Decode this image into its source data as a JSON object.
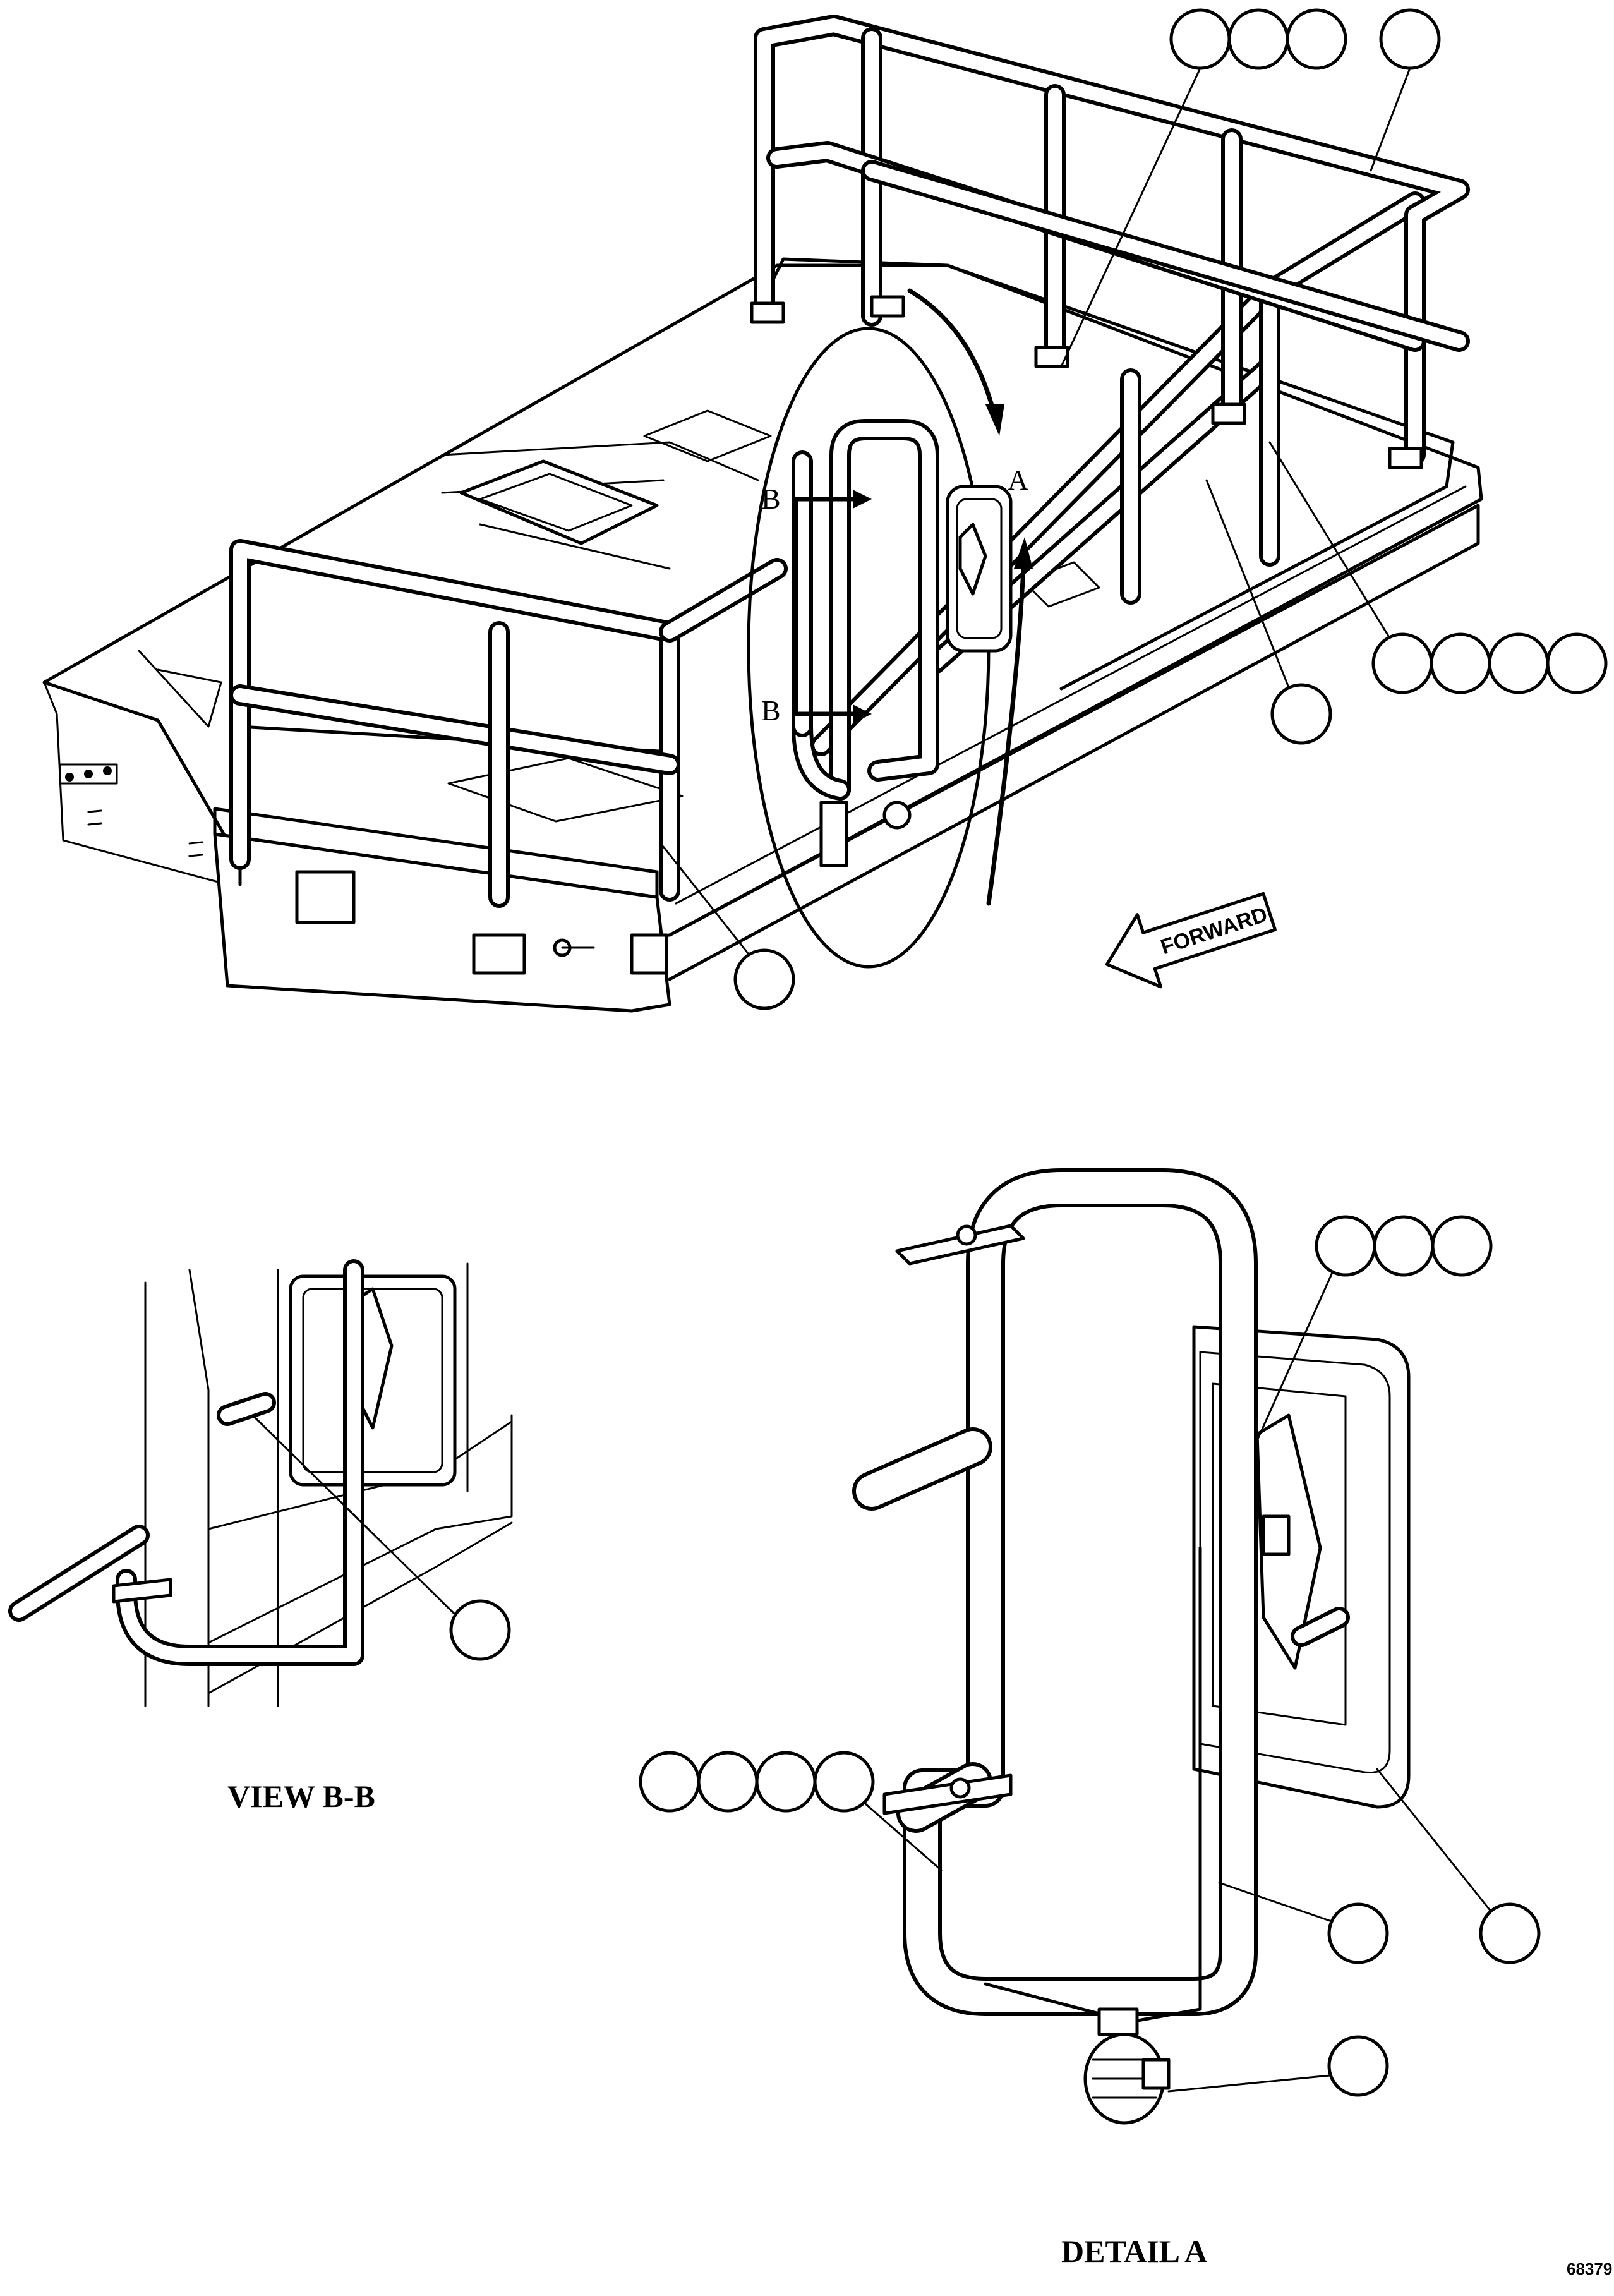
{
  "figure_number": "68379",
  "direction_label": "FORWARD",
  "detail_letter": "A",
  "section_letter_top": "B",
  "section_letter_bottom": "B",
  "captions": {
    "view_bb": "VIEW B-B",
    "detail_a": "DETAIL A"
  },
  "callout_groups": {
    "top_triple": 3,
    "top_single": 1,
    "right_quad": 4,
    "right_single": 1,
    "bottom_single": 1,
    "view_bb_single": 1,
    "detail_triple": 3,
    "detail_quad": 4,
    "detail_pipe_single": 1,
    "detail_light_single": 1,
    "detail_lamp_single": 1
  },
  "colors": {
    "line": "#000000",
    "background": "#ffffff"
  }
}
